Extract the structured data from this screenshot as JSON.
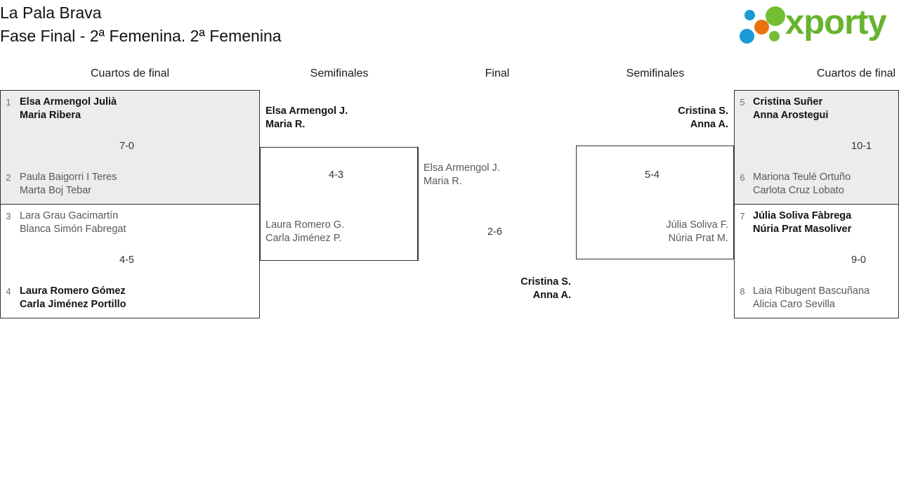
{
  "header": {
    "tournament": "La Pala Brava",
    "phase": "Fase Final - 2ª Femenina. 2ª Femenina",
    "logo": {
      "word": "xporty",
      "green": "#67b32e",
      "orange": "#e8730c",
      "blue": "#1a9ad7"
    }
  },
  "rounds": [
    {
      "key": "qf-left",
      "label": "Cuartos de final"
    },
    {
      "key": "sf-left",
      "label": "Semifinales"
    },
    {
      "key": "final",
      "label": "Final"
    },
    {
      "key": "sf-right",
      "label": "Semifinales"
    },
    {
      "key": "qf-right",
      "label": "Cuartos de final"
    }
  ],
  "bracket": {
    "quarterfinals_left": [
      {
        "score": "7-0",
        "top": {
          "seed": "1",
          "line1": "Elsa Armengol Julià",
          "line2": "Maria Ribera",
          "result": "winner"
        },
        "bottom": {
          "seed": "2",
          "line1": "Paula Baigorri I Teres",
          "line2": "Marta Boj Tebar",
          "result": "loser"
        }
      },
      {
        "score": "4-5",
        "top": {
          "seed": "3",
          "line1": "Lara Grau Gacimartín",
          "line2": "Blanca Simón Fabregat",
          "result": "loser"
        },
        "bottom": {
          "seed": "4",
          "line1": "Laura Romero Gómez",
          "line2": "Carla Jiménez Portillo",
          "result": "winner"
        }
      }
    ],
    "quarterfinals_right": [
      {
        "score": "10-1",
        "top": {
          "seed": "5",
          "line1": "Cristina Suñer",
          "line2": "Anna Arostegui",
          "result": "winner"
        },
        "bottom": {
          "seed": "6",
          "line1": "Mariona Teulé Ortuño",
          "line2": "Carlota Cruz Lobato",
          "result": "loser"
        }
      },
      {
        "score": "9-0",
        "top": {
          "seed": "7",
          "line1": "Júlia Soliva Fàbrega",
          "line2": "Núria Prat Masoliver",
          "result": "winner"
        },
        "bottom": {
          "seed": "8",
          "line1": "Laia Ribugent Bascuñana",
          "line2": "Alicia Caro Sevilla",
          "result": "loser"
        }
      }
    ],
    "semifinal_left": {
      "score": "4-3",
      "top": {
        "line1": "Elsa Armengol J.",
        "line2": "Maria R.",
        "result": "winner"
      },
      "bottom": {
        "line1": "Laura Romero G.",
        "line2": "Carla Jiménez P.",
        "result": "loser"
      }
    },
    "semifinal_right": {
      "score": "5-4",
      "top": {
        "line1": "Cristina S.",
        "line2": "Anna A.",
        "result": "winner"
      },
      "bottom": {
        "line1": "Júlia Soliva F.",
        "line2": "Núria Prat M.",
        "result": "loser"
      }
    },
    "final": {
      "score": "2-6",
      "top": {
        "line1": "Elsa Armengol J.",
        "line2": "Maria R.",
        "result": "loser"
      },
      "bottom": {
        "line1": "Cristina S.",
        "line2": "Anna A.",
        "result": "winner"
      }
    }
  }
}
